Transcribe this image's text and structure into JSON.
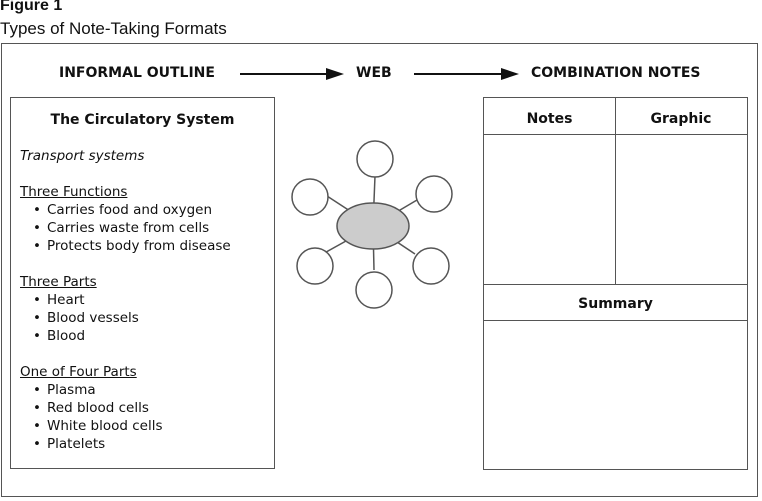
{
  "figure_label": "Figure 1",
  "figure_caption": "Types of Note-Taking Formats",
  "headers": {
    "informal_outline": "INFORMAL OUTLINE",
    "web": "WEB",
    "combination_notes": "COMBINATION NOTES"
  },
  "outline": {
    "title": "The Circulatory System",
    "subtitle": "Transport systems",
    "sections": [
      {
        "heading": "Three Functions",
        "items": [
          "Carries food and oxygen",
          "Carries waste from cells",
          "Protects body from disease"
        ]
      },
      {
        "heading": "Three Parts",
        "items": [
          "Heart",
          "Blood vessels",
          "Blood"
        ]
      },
      {
        "heading": "One of Four Parts",
        "items": [
          "Plasma",
          "Red blood cells",
          "White blood cells",
          "Platelets"
        ]
      }
    ]
  },
  "combination": {
    "notes": "Notes",
    "graphic": "Graphic",
    "summary": "Summary"
  },
  "colors": {
    "center_node_fill": "#cccccc",
    "line": "#555555"
  }
}
